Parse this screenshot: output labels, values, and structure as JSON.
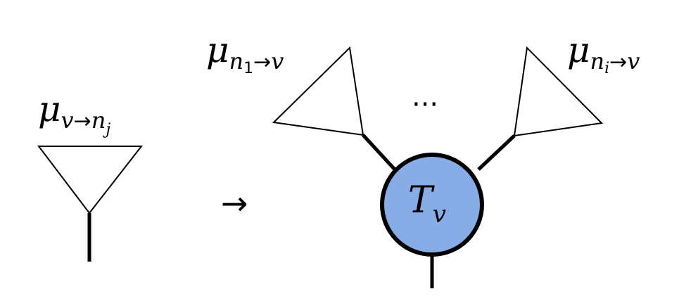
{
  "labels": {
    "left_message": {
      "symbol": "μ",
      "sub_from": "v",
      "arrow": "→",
      "sub_to": "n",
      "sub_to_index": "j"
    },
    "message_1": {
      "symbol": "μ",
      "sub_from": "n",
      "sub_from_index": "1",
      "arrow": "→",
      "sub_to": "v"
    },
    "message_i": {
      "symbol": "μ",
      "sub_from": "n",
      "sub_from_index": "i",
      "arrow": "→",
      "sub_to": "v"
    },
    "ellipsis": "···",
    "transition_arrow": "→",
    "tensor": {
      "symbol": "T",
      "sub": "v"
    }
  },
  "colors": {
    "tensor_fill": "#88ACE6",
    "stroke": "#000000",
    "background": "#FFFFFF"
  }
}
